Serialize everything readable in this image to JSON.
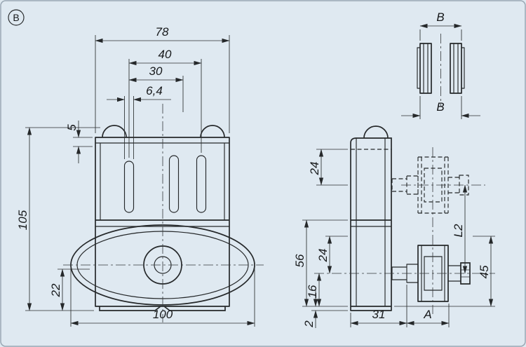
{
  "drawing": {
    "view_marker": "B",
    "front_view": {
      "dim_width_top": "78",
      "dim_hole_span_outer": "40",
      "dim_hole_span_inner": "30",
      "dim_slot_width": "6,4",
      "dim_plate_offset": "5",
      "dim_overall_height": "105",
      "dim_base_offset": "22",
      "dim_width_bottom": "100"
    },
    "side_view": {
      "dim_rail_width_top": "B",
      "dim_rail_width_bottom": "B",
      "dim_top_to_upper_roller": "24",
      "dim_body_height": "56",
      "dim_mid_offset": "24",
      "dim_lower_offset": "16",
      "dim_foot_thickness": "2",
      "dim_body_depth": "31",
      "dim_roller_offset": "A",
      "dim_roller_distance": "L2",
      "dim_lower_height": "45"
    },
    "colors": {
      "background": "#dfe9f1",
      "line": "#25282a",
      "frame": "#9aa8b4"
    }
  }
}
